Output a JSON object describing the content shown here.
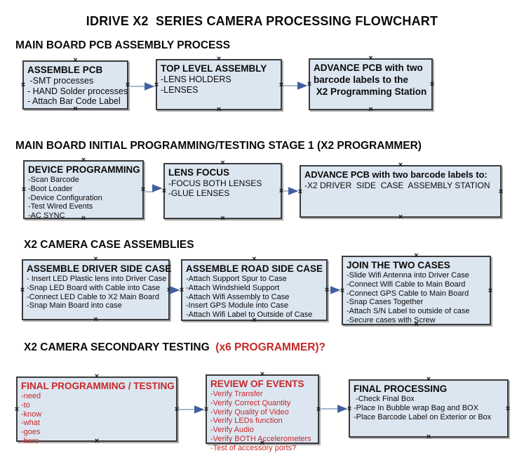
{
  "title": "IDRIVE X2  SERIES CAMERA PROCESSING FLOWCHART",
  "colors": {
    "box_fill": "#dce6f1",
    "box_border": "#3c3c3c",
    "arrow_line": "#8ba2c6",
    "arrow_head": "#3f5f9f",
    "red_text": "#c62828",
    "black_text": "#0a0a0a"
  },
  "diagram": {
    "connector_marker": "×",
    "arrow_icon": "right-arrow"
  },
  "sections": [
    {
      "heading": "MAIN BOARD PCB ASSEMBLY PROCESS",
      "boxes": [
        {
          "title": "ASSEMBLE PCB",
          "items": [
            " -SMT processes",
            "- HAND Solder processes",
            "- Attach Bar Code Label"
          ]
        },
        {
          "title": "TOP LEVEL ASSEMBLY",
          "items": [
            "-LENS HOLDERS",
            "-LENSES"
          ]
        },
        {
          "title": "ADVANCE PCB with two",
          "items": [
            "barcode labels to the",
            " X2 Programming Station"
          ]
        }
      ]
    },
    {
      "heading": "MAIN BOARD INITIAL PROGRAMMING/TESTING STAGE 1 (X2 PROGRAMMER)",
      "boxes": [
        {
          "title": "DEVICE PROGRAMMING",
          "items": [
            "-Scan Barcode",
            "-Boot Loader",
            "-Device Configuration",
            "-Test Wired Events",
            "-AC SYNC"
          ]
        },
        {
          "title": "LENS FOCUS",
          "items": [
            "-FOCUS BOTH LENSES",
            "-GLUE LENSES"
          ]
        },
        {
          "title": "ADVANCE PCB with two barcode labels to:",
          "items": [
            "-X2 DRIVER  SIDE  CASE  ASSEMBLY STATION"
          ]
        }
      ]
    },
    {
      "heading": "X2 CAMERA CASE ASSEMBLIES",
      "boxes": [
        {
          "title": "ASSEMBLE DRIVER SIDE CASE",
          "items": [
            "- Insert LED Plastic lens into Driver Case",
            "-Snap LED Board with Cable into Case",
            "-Connect LED Cable to X2 Main Board",
            "-Snap Main Board into case"
          ]
        },
        {
          "title": "ASSEMBLE ROAD SIDE CASE",
          "items": [
            "-Attach Support Spur to Case",
            "-Attach Windshield Support",
            "-Attach Wifi Assembly to Case",
            "-Insert GPS Module into Case",
            "-Attach Wifi Label to Outside of Case"
          ]
        },
        {
          "title": "JOIN THE TWO CASES",
          "items": [
            "-Slide Wifi Antenna into Driver Case",
            "-Connect Wifi Cable to Main Board",
            "-Connect GPS Cable to Main Board",
            "-Snap Cases Together",
            "-Attach S/N Label to outside of case",
            "-Secure cases with Screw"
          ]
        }
      ]
    },
    {
      "heading": "X2 CAMERA SECONDARY TESTING",
      "heading_suffix": "  (x6 PROGRAMMER)?",
      "boxes": [
        {
          "title": "FINAL PROGRAMMING / TESTING",
          "items": [
            "-need",
            "-to",
            "-know",
            "-what",
            "-goes",
            "-here"
          ]
        },
        {
          "title": "REVIEW OF EVENTS",
          "items": [
            "-Verify Transfer",
            "-Verify Correct Quantity",
            "-Verify Quality of Video",
            "-Verify LEDs function",
            "-Verify Audio",
            "-Verify BOTH Accelerometers",
            "-Test of accessory ports?"
          ]
        },
        {
          "title": "FINAL PROCESSING",
          "items": [
            " -Check Final Box",
            "-Place In Bubble wrap Bag and BOX",
            "-Place Barcode Label on Exterior or Box"
          ]
        }
      ]
    }
  ]
}
